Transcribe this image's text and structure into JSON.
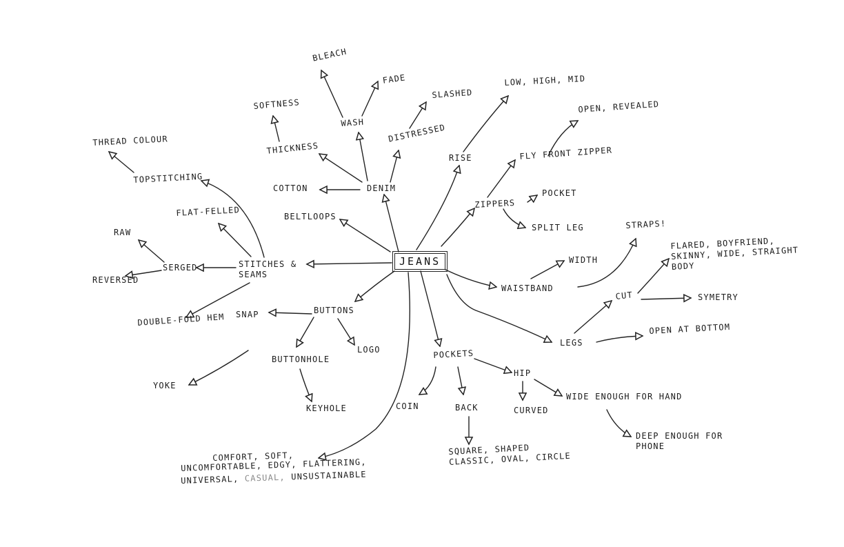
{
  "center": "JEANS",
  "branches": {
    "denim": {
      "label": "DENIM",
      "wash": "WASH",
      "bleach": "BLEACH",
      "fade": "FADE",
      "thickness": "THICKNESS",
      "softness": "SOFTNESS",
      "cotton": "COTTON",
      "distressed": "DISTRESSED",
      "slashed": "SLASHED"
    },
    "rise": {
      "label": "RISE",
      "options": "LOW, HIGH, MID"
    },
    "zippers": {
      "label": "ZIPPERS",
      "fly_front": "FLY FRONT ZIPPER",
      "open_revealed": "OPEN, REVEALED",
      "pocket": "POCKET",
      "split_leg": "SPLIT LEG"
    },
    "waistband": {
      "label": "WAISTBAND",
      "width": "WIDTH",
      "straps": "STRAPS!"
    },
    "legs": {
      "label": "LEGS",
      "cut": "CUT",
      "cut_options": "FLARED, BOYFRIEND,\nSKINNY, WIDE, STRAIGHT\nBODY",
      "symetry": "SYMETRY",
      "open_at_bottom": "OPEN AT BOTTOM"
    },
    "pockets": {
      "label": "POCKETS",
      "coin": "COIN",
      "back": "BACK",
      "back_shapes": "SQUARE, SHAPED\nCLASSIC, OVAL, CIRCLE",
      "hip": "HIP",
      "curved": "CURVED",
      "wide_enough": "WIDE ENOUGH FOR HAND",
      "deep_enough": "DEEP ENOUGH FOR\nPHONE"
    },
    "buttons": {
      "label": "BUTTONS",
      "snap": "SNAP",
      "buttonhole": "BUTTONHOLE",
      "keyhole": "KEYHOLE",
      "logo": "LOGO"
    },
    "stitches": {
      "label": "STITCHES &\nSEAMS",
      "topstitching": "TOPSTITCHING",
      "thread_colour": "THREAD COLOUR",
      "flat_felled": "FLAT-FELLED",
      "serged": "SERGED",
      "raw": "RAW",
      "reversed": "REVERSED",
      "double_fold_hem": "DOUBLE-FOLD HEM"
    },
    "beltloops": {
      "label": "BELTLOOPS"
    },
    "yoke": {
      "label": "YOKE"
    },
    "feelings": {
      "line1": "COMFORT, SOFT,",
      "line2": "UNCOMFORTABLE, EDGY, FLATTERING,",
      "line3_a": "UNIVERSAL,",
      "line3_b": "CASUAL,",
      "line3_c": "UNSUSTAINABLE"
    }
  }
}
